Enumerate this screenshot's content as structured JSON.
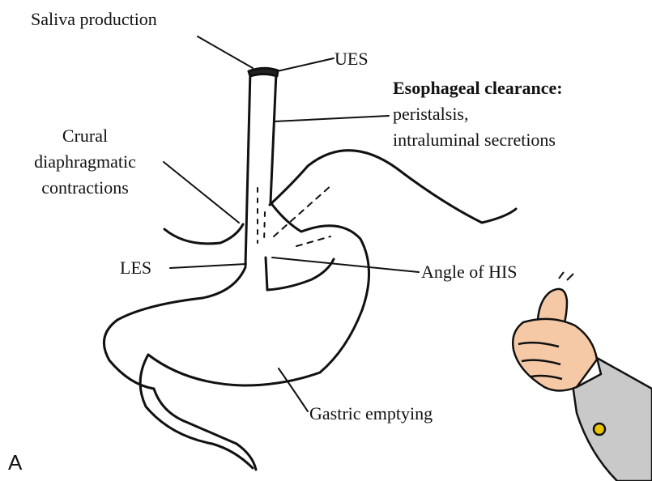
{
  "labels": {
    "saliva": "Saliva production",
    "ues": "UES",
    "clearance_title": "Esophageal clearance:",
    "clearance_line1": "peristalsis,",
    "clearance_line2": "intraluminal secretions",
    "crural_1": "Crural",
    "crural_2": "diaphragmatic",
    "crural_3": "contractions",
    "les": "LES",
    "angle_his": "Angle of HIS",
    "gastric_emptying": "Gastric emptying",
    "panel_letter": "A"
  },
  "colors": {
    "ink": "#111111",
    "skin": "#f5c9a5",
    "sleeve": "#c9c9c9",
    "cufflink": "#e8c400"
  },
  "icons": [
    "thumbs-up-icon"
  ]
}
